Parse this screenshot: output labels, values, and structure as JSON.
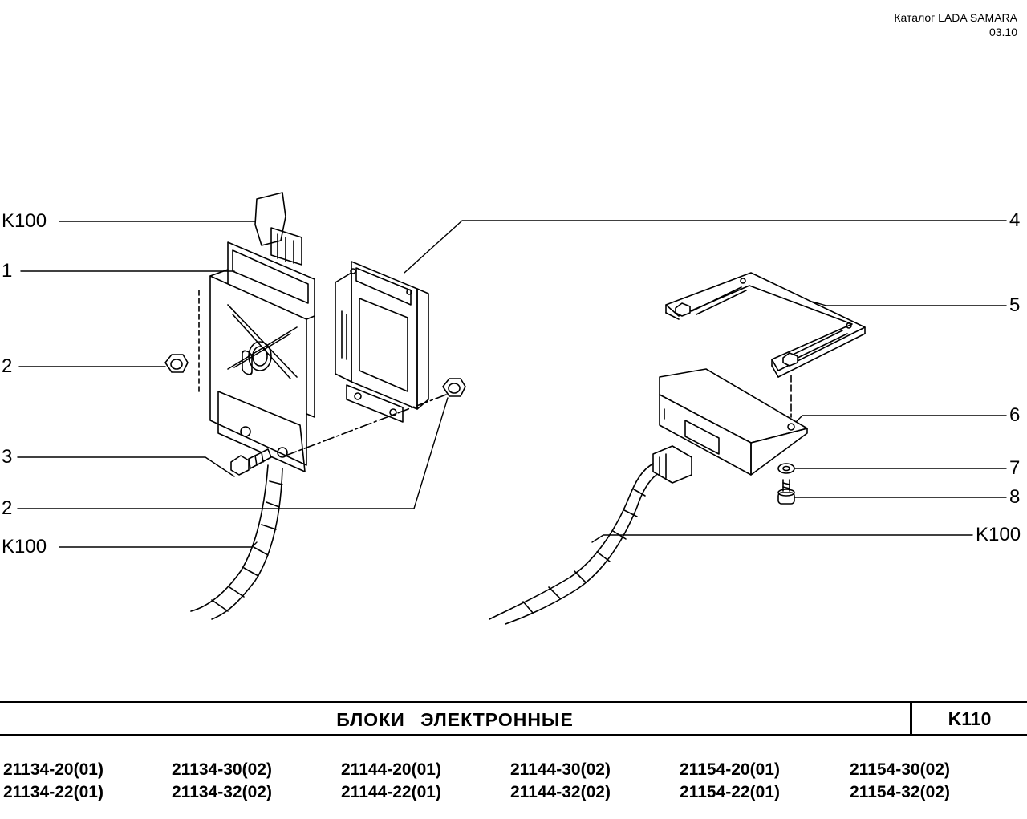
{
  "header": {
    "catalog": "Каталог  LADA SAMARA",
    "date": "03.10"
  },
  "callouts": {
    "k100_top": "K100",
    "n1": "1",
    "n2_left": "2",
    "n3": "3",
    "n2_bottom": "2",
    "k100_left": "K100",
    "n4": "4",
    "n5": "5",
    "n6": "6",
    "n7": "7",
    "n8": "8",
    "k100_right": "K100"
  },
  "title": {
    "name": "БЛОКИ ЭЛЕКТРОННЫЕ",
    "code": "K110"
  },
  "models": [
    [
      "21134-20(01)",
      "21134-22(01)"
    ],
    [
      "21134-30(02)",
      "21134-32(02)"
    ],
    [
      "21144-20(01)",
      "21144-22(01)"
    ],
    [
      "21144-30(02)",
      "21144-32(02)"
    ],
    [
      "21154-20(01)",
      "21154-22(01)"
    ],
    [
      "21154-30(02)",
      "21154-32(02)"
    ]
  ]
}
